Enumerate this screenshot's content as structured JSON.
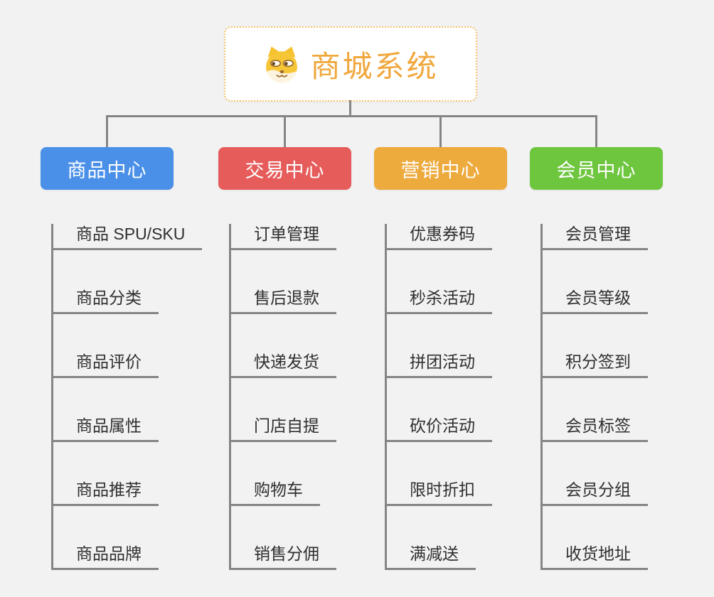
{
  "colors": {
    "background": "#f2f2f2",
    "connector": "#858585",
    "root_border": "#f5c06a",
    "root_title": "#f0a73c",
    "child_text": "#2f2f2f"
  },
  "root": {
    "title": "商城系统",
    "icon": "shiba-dog-icon"
  },
  "branches": [
    {
      "id": "product-center",
      "label": "商品中心",
      "color": "#4a90e8",
      "items": [
        "商品 SPU/SKU",
        "商品分类",
        "商品评价",
        "商品属性",
        "商品推荐",
        "商品品牌"
      ]
    },
    {
      "id": "trade-center",
      "label": "交易中心",
      "color": "#e65c5b",
      "items": [
        "订单管理",
        "售后退款",
        "快递发货",
        "门店自提",
        "购物车",
        "销售分佣"
      ]
    },
    {
      "id": "marketing-center",
      "label": "营销中心",
      "color": "#edaa3d",
      "items": [
        "优惠券码",
        "秒杀活动",
        "拼团活动",
        "砍价活动",
        "限时折扣",
        "满减送"
      ]
    },
    {
      "id": "member-center",
      "label": "会员中心",
      "color": "#6ec53e",
      "items": [
        "会员管理",
        "会员等级",
        "积分签到",
        "会员标签",
        "会员分组",
        "收货地址"
      ]
    }
  ]
}
